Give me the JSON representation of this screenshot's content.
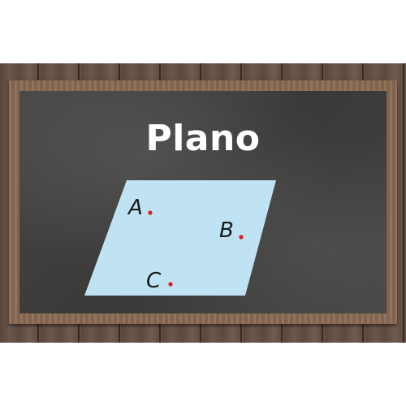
{
  "title": "Plano",
  "colors": {
    "plane_fill": "#bfe3f2",
    "point_dot": "#e01b24",
    "chalkboard": "#3e3d3b",
    "frame_wood": "#8a6a53"
  },
  "points": [
    {
      "label": "A"
    },
    {
      "label": "B"
    },
    {
      "label": "C"
    }
  ]
}
